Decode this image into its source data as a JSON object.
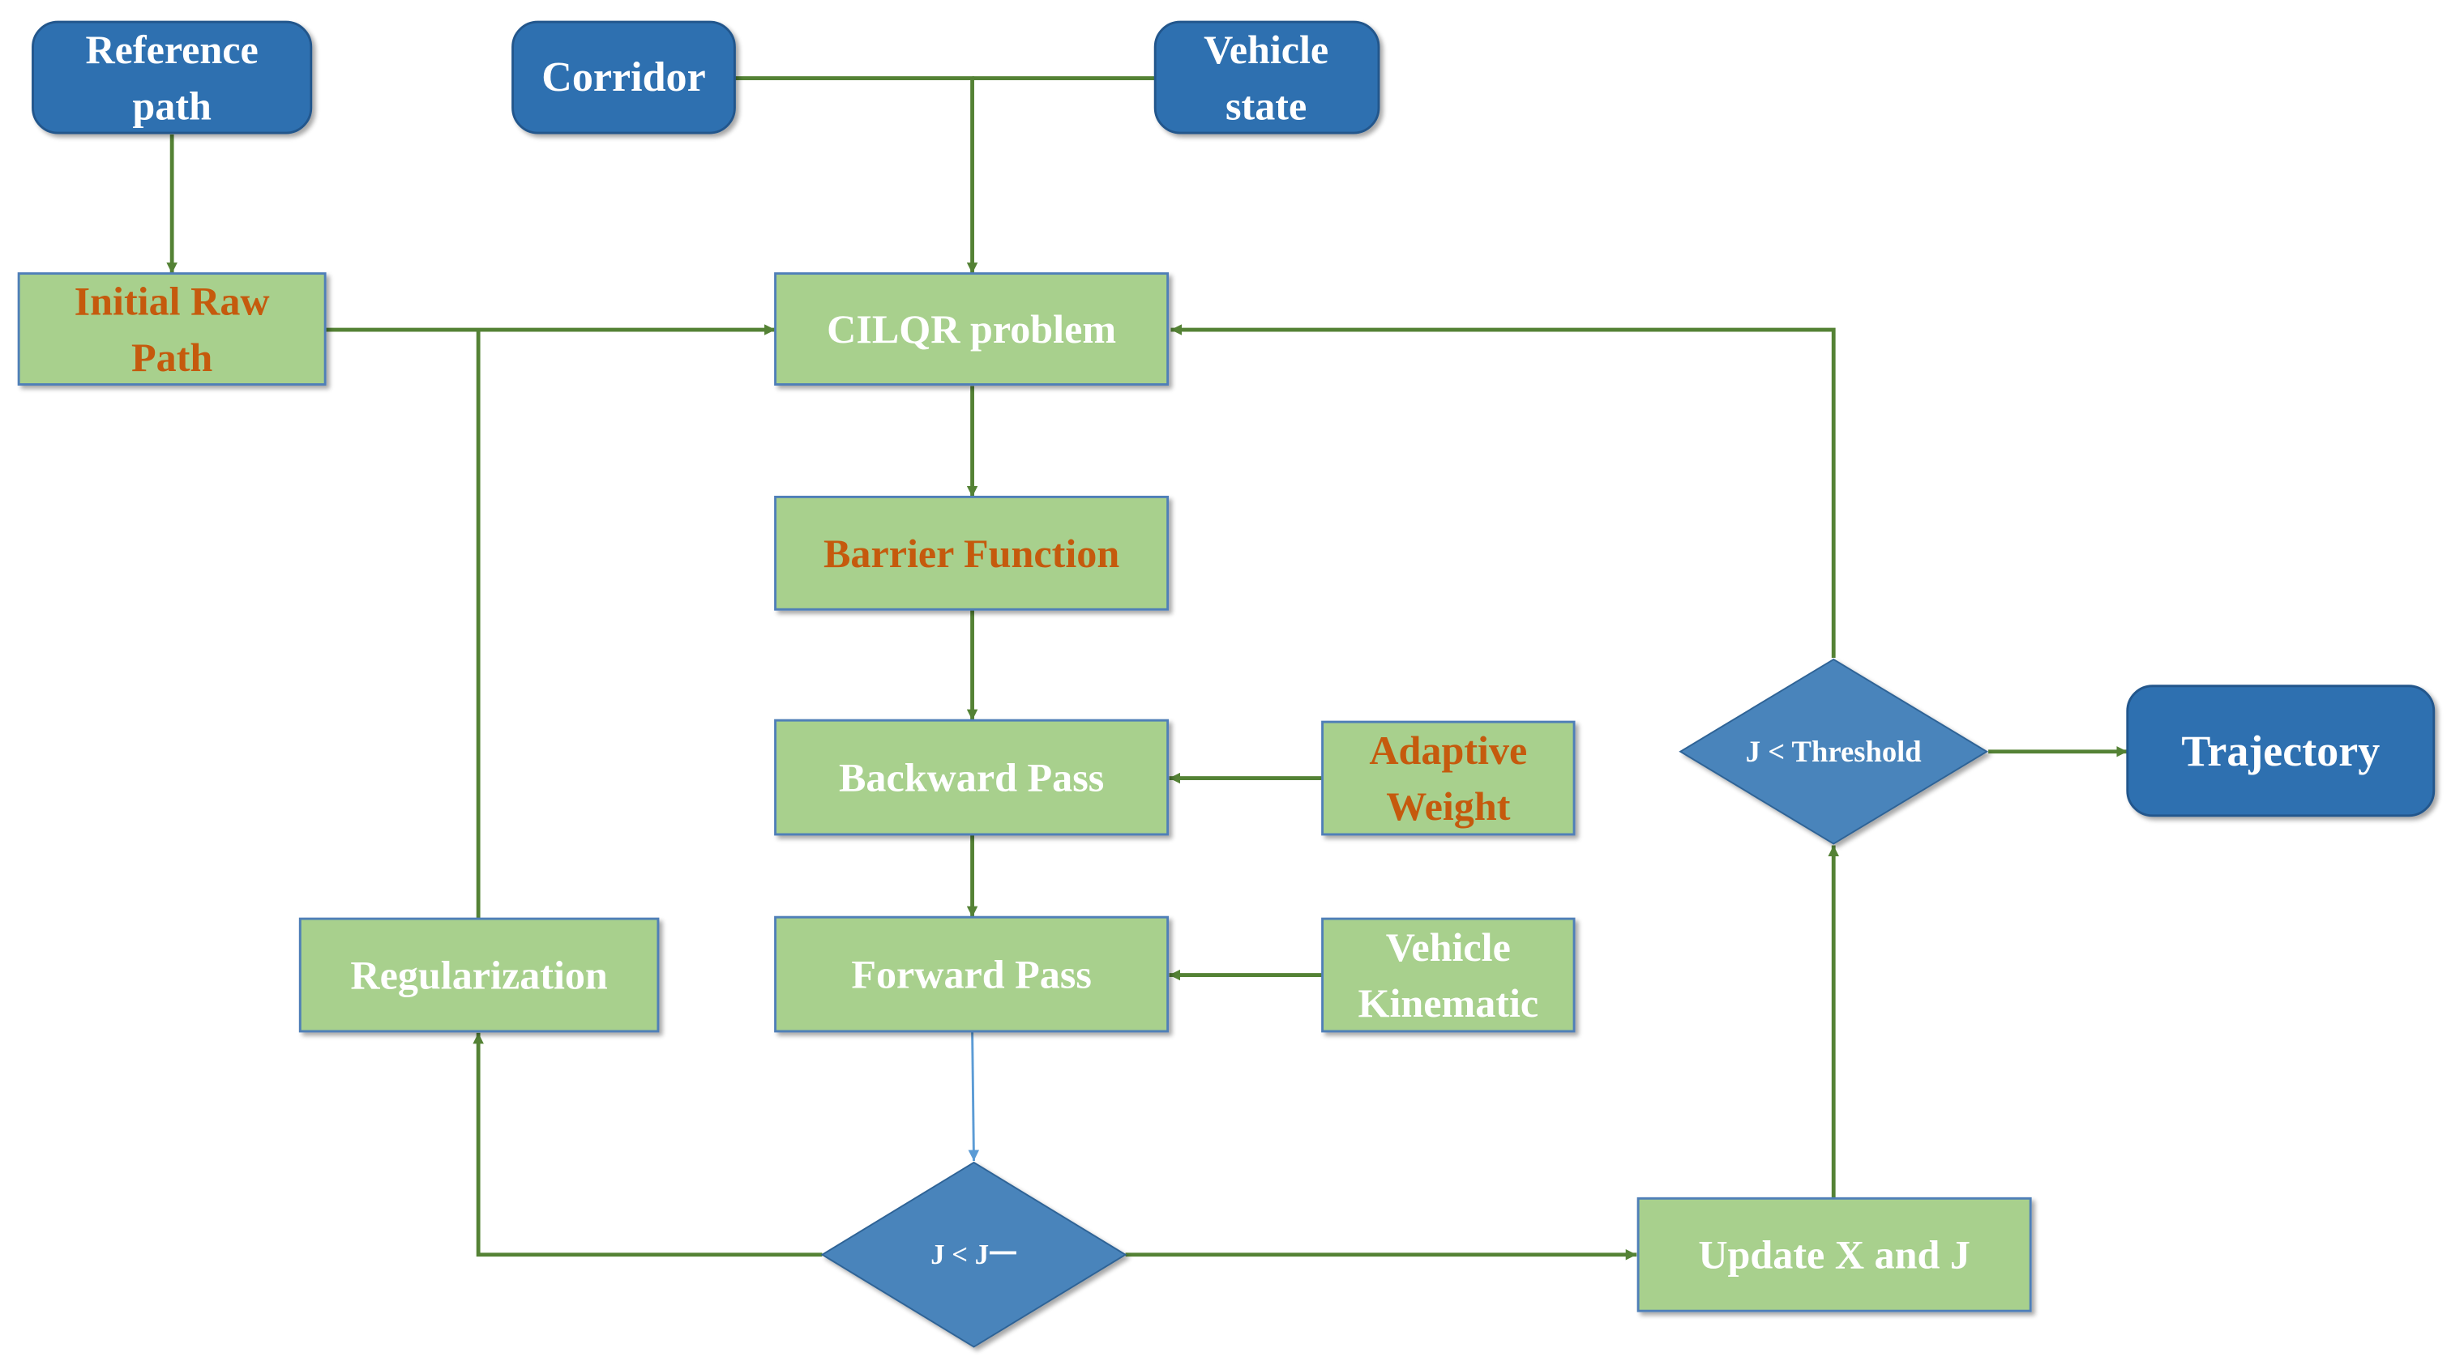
{
  "nodes": {
    "reference_path": "Reference path",
    "corridor": "Corridor",
    "vehicle_state": "Vehicle state",
    "initial_raw_path": "Initial Raw Path",
    "cilqr_problem": "CILQR problem",
    "barrier_function": "Barrier Function",
    "backward_pass": "Backward Pass",
    "adaptive_weight": "Adaptive Weight",
    "forward_pass": "Forward Pass",
    "vehicle_kinematic": "Vehicle Kinematic",
    "regularization": "Regularization",
    "j_less_j_prev": "J < J一",
    "update_x_and_j": "Update X and J",
    "j_less_threshold": "J < Threshold",
    "trajectory": "Trajectory"
  },
  "colors": {
    "blue_fill": "#2e6fb0",
    "blue_border": "#24578c",
    "diamond_fill": "#4a84bb",
    "green_fill": "#a8d08d",
    "green_border": "#4f7fb8",
    "arrow_green": "#548235",
    "arrow_blue": "#5b9bd5",
    "text_white": "#ffffff",
    "text_orange": "#c55a11"
  }
}
